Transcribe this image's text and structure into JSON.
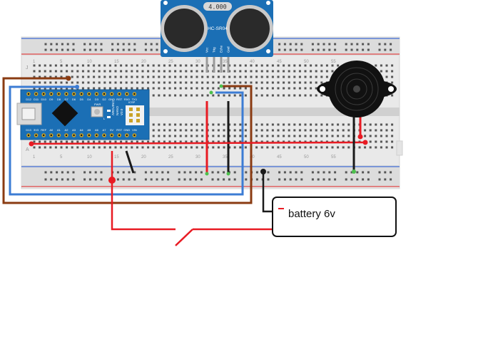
{
  "sensor": {
    "display": "4.000",
    "model": "HC-SR04",
    "pins": [
      "Vcc",
      "Trig",
      "Echo",
      "Gnd"
    ]
  },
  "arduino": {
    "top_pins": [
      "D12",
      "D11",
      "D10",
      "D9",
      "D8",
      "D7",
      "D6",
      "D5",
      "D4",
      "D3",
      "D2",
      "GND",
      "RST",
      "RX0",
      "TX1"
    ],
    "bottom_pins": [
      "D13",
      "3V3",
      "REF",
      "A0",
      "A1",
      "A2",
      "A3",
      "A4",
      "A5",
      "A6",
      "A7",
      "5V",
      "RST",
      "GND",
      "VIN"
    ],
    "board_text_1": "ARDUINO",
    "board_text_2": "NANO",
    "board_text_3": "V3.0",
    "label_power": "PWR",
    "label_l": "L",
    "label_icsp": "ICSP"
  },
  "breadboard": {
    "column_labels_top": [
      "1",
      "5",
      "10",
      "15",
      "20",
      "25",
      "30",
      "35",
      "40",
      "45",
      "50",
      "55"
    ],
    "row_letter_top": "J",
    "row_letter_bottom": "A"
  },
  "battery": {
    "label": "battery 6v",
    "terminal_symbol": "−"
  },
  "colors": {
    "wire_red": "#e81b23",
    "wire_brown": "#8a3b12",
    "wire_blue": "#3c7cd4",
    "wire_black": "#1a1a1a",
    "breadboard": "#e6e6e6",
    "arduino_pcb": "#1b6fb5",
    "sensor_pcb": "#1b6fb5"
  }
}
